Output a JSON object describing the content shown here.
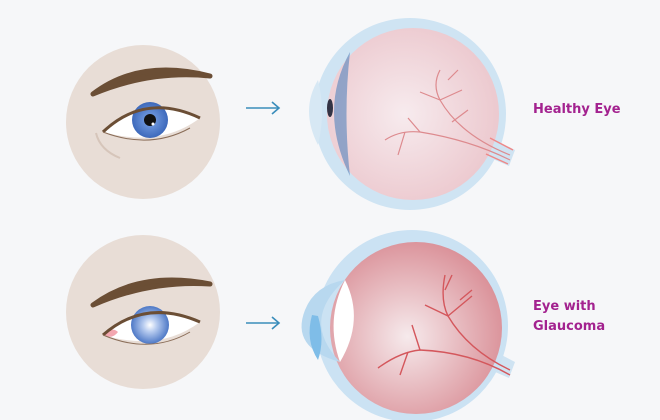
{
  "rows": [
    {
      "condition": "healthy",
      "label_lines": [
        "Healthy Eye"
      ]
    },
    {
      "condition": "glaucoma",
      "label_lines": [
        "Eye with",
        "Glaucoma"
      ]
    }
  ],
  "colors": {
    "label": "#a3228f",
    "arrow": "#3a8dbb",
    "skin": "#e8ddd6",
    "iris": "#4f7fd0",
    "sclera_outer": "#bcd9ef",
    "retina_healthy": "#f1d4d8",
    "retina_glaucoma": "#e7a6ac",
    "vessel": "#d9656a"
  }
}
